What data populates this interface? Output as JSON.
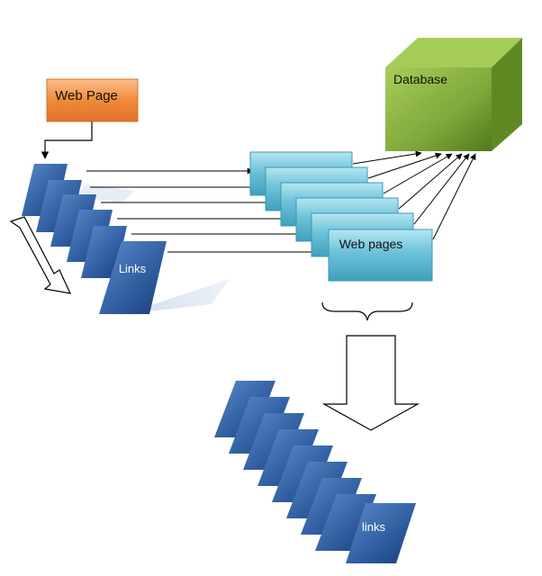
{
  "web_page_label": "Web Page",
  "database_label": "Database",
  "links_label": "Links",
  "web_pages_label": "Web pages",
  "output_links_label": "links",
  "colors": {
    "web_page_fill": "#f08a3a",
    "link_card_fill": "#2e5c9e",
    "web_card_fill": "#6cc2da",
    "database_front": "#8ab040",
    "database_top": "#a6cc58",
    "database_side": "#5f8a23"
  }
}
